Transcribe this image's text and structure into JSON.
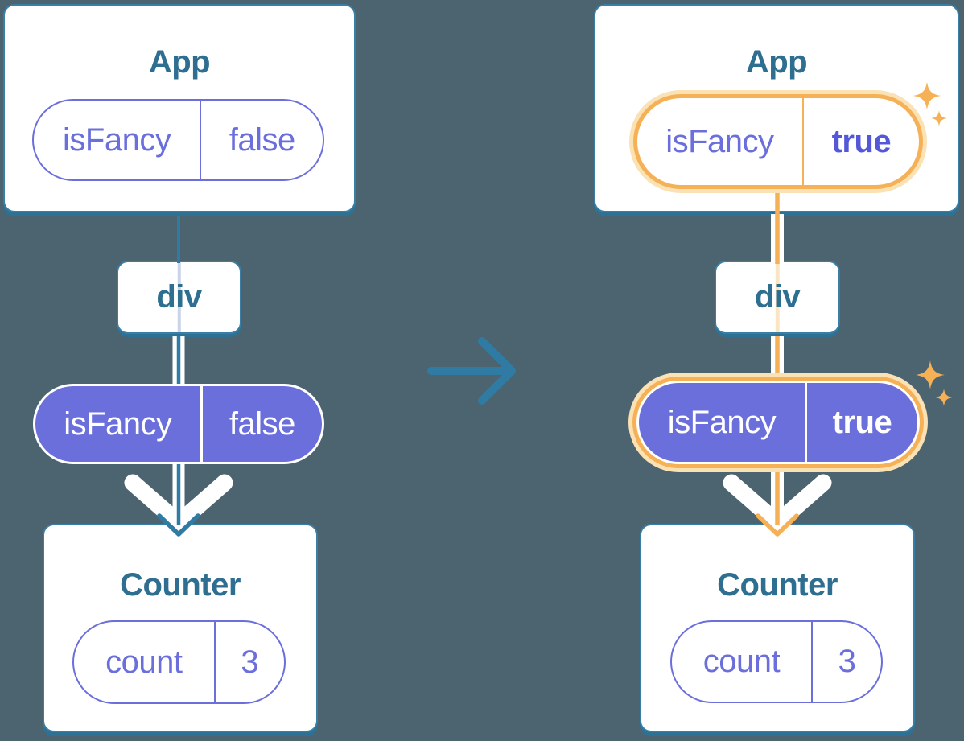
{
  "colors": {
    "background": "#4C6470",
    "card_border": "#3A7EA5",
    "card_shadow": "#2D7195",
    "title_text": "#2D6E91",
    "purple": "#6B6FDC",
    "purple_bold": "#5458D8",
    "orange": "#F6B056",
    "orange_glow": "#FBE2B4",
    "teal_line": "#2F7BA3",
    "faint_blue": "#C9D4E8",
    "faint_orange": "#FAE5C3",
    "line_casing": "#FFFFFF"
  },
  "left": {
    "app": {
      "title": "App",
      "state": {
        "label": "isFancy",
        "value": "false"
      }
    },
    "div_label": "div",
    "passed_prop": {
      "label": "isFancy",
      "value": "false"
    },
    "counter": {
      "title": "Counter",
      "state": {
        "label": "count",
        "value": "3"
      }
    }
  },
  "right": {
    "app": {
      "title": "App",
      "state": {
        "label": "isFancy",
        "value": "true"
      }
    },
    "div_label": "div",
    "passed_prop": {
      "label": "isFancy",
      "value": "true"
    },
    "counter": {
      "title": "Counter",
      "state": {
        "label": "count",
        "value": "3"
      }
    }
  }
}
